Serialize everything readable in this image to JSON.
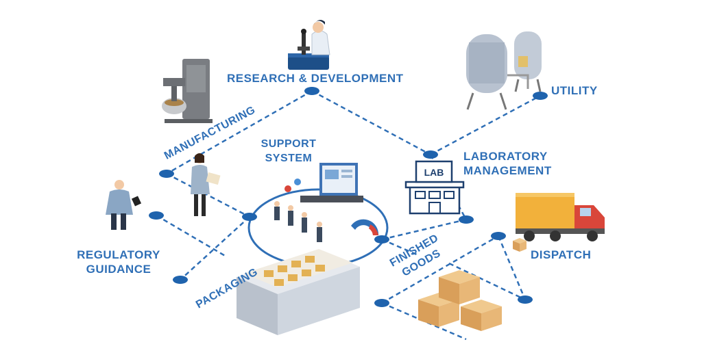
{
  "colors": {
    "accent": "#2f6fb6",
    "node": "#1f63ad",
    "truck_body": "#f2b13b",
    "truck_cab": "#d9463a",
    "box": "#e8b777",
    "tank": "#b8c2d0"
  },
  "labels": {
    "research": "RESEARCH & DEVELOPMENT",
    "manufacturing": "MANUFACTURING",
    "utility": "UTILITY",
    "support_line1": "SUPPORT",
    "support_line2": "SYSTEM",
    "lab_line1": "LABORATORY",
    "lab_line2": "MANAGEMENT",
    "lab_sign": "LAB",
    "regulatory_line1": "REGULATORY",
    "regulatory_line2": "GUIDANCE",
    "dispatch": "DISPATCH",
    "packaging": "PACKAGING",
    "finished_line1": "FINISHED",
    "finished_line2": "GOODS"
  },
  "icons": [
    "scientist-at-microscope-icon",
    "mixer-machine-icon",
    "storage-tanks-icon",
    "lab-building-icon",
    "delivery-truck-icon",
    "inspector-with-tablet-icon",
    "woman-with-clipboard-icon",
    "team-with-screen-icon",
    "packaging-factory-icon",
    "cardboard-boxes-icon",
    "small-parcel-icon"
  ]
}
